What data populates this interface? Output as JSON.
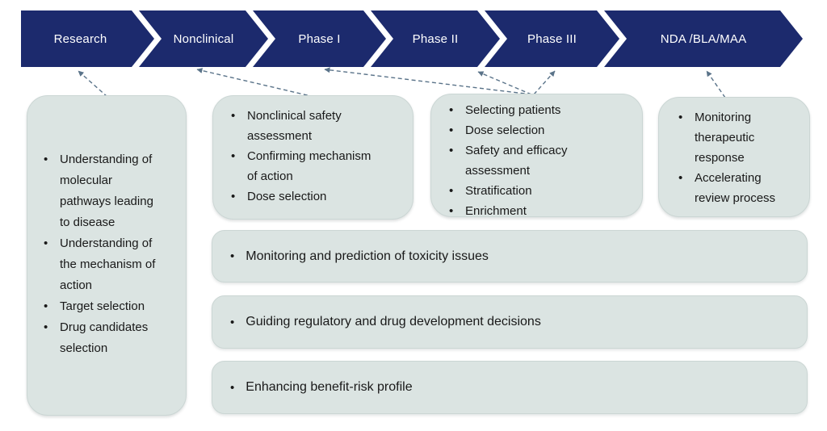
{
  "pipeline": {
    "stages": [
      {
        "label": "Research"
      },
      {
        "label": "Nonclinical"
      },
      {
        "label": "Phase I"
      },
      {
        "label": "Phase II"
      },
      {
        "label": "Phase III"
      },
      {
        "label": "NDA /BLA/MAA"
      }
    ]
  },
  "activity_boxes": [
    {
      "items": [
        "Understanding of molecular pathways leading to disease",
        "Understanding of the mechanism of action",
        "Target selection",
        "Drug candidates selection"
      ]
    },
    {
      "items": [
        "Nonclinical safety assessment",
        "Confirming mechanism of action",
        "Dose selection"
      ]
    },
    {
      "items": [
        "Selecting patients",
        "Dose selection",
        "Safety and efficacy assessment",
        "Stratification",
        "Enrichment"
      ]
    },
    {
      "items": [
        "Monitoring therapeutic response",
        "Accelerating review process"
      ]
    }
  ],
  "cross_phase_bars": [
    {
      "label": "Monitoring and prediction of toxicity issues"
    },
    {
      "label": "Guiding regulatory and drug development decisions"
    },
    {
      "label": "Enhancing benefit-risk profile"
    }
  ],
  "colors": {
    "chevron_navy": "#1c2a6d",
    "box_background": "#dbe4e2",
    "arrow_gray": "#5a7389",
    "text_dark": "#191919",
    "stage_text": "#ffffff"
  }
}
